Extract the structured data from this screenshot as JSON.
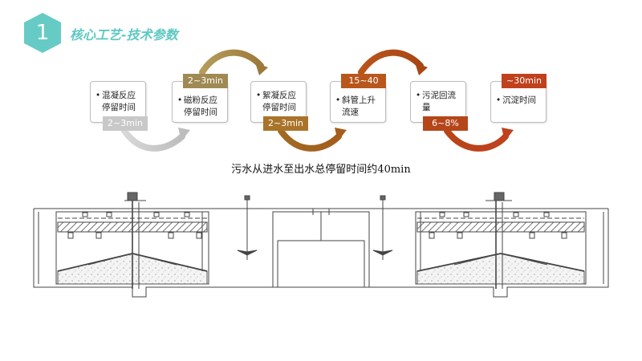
{
  "section": {
    "number": "1",
    "title": "核心工艺-技术参数"
  },
  "steps": [
    {
      "label_line1": "混凝反应",
      "label_line2": "停留时间",
      "tag": "2~3min",
      "tag_color": "#c8c8c8"
    },
    {
      "label_line1": "磁粉反应",
      "label_line2": "停留时间",
      "tag": "2~3min",
      "tag_color": "#a08a54"
    },
    {
      "label_line1": "絮凝反应",
      "label_line2": "停留时间",
      "tag": "2~3min",
      "tag_color": "#a9742a"
    },
    {
      "label_line1": "斜管上升",
      "label_line2": "流速",
      "tag": "15~40",
      "tag_color": "#b8561c"
    },
    {
      "label_line1": "污泥回流",
      "label_line2": "量",
      "tag": "6~8%",
      "tag_color": "#b5461a"
    },
    {
      "label_line1": "沉淀时间",
      "label_line2": "",
      "tag": "~30min",
      "tag_color": "#c0411d"
    }
  ],
  "summary": "污水从进水至出水总停留时间约40min",
  "colors": {
    "accent": "#5ec8c3",
    "badge": "#67cbc5"
  }
}
